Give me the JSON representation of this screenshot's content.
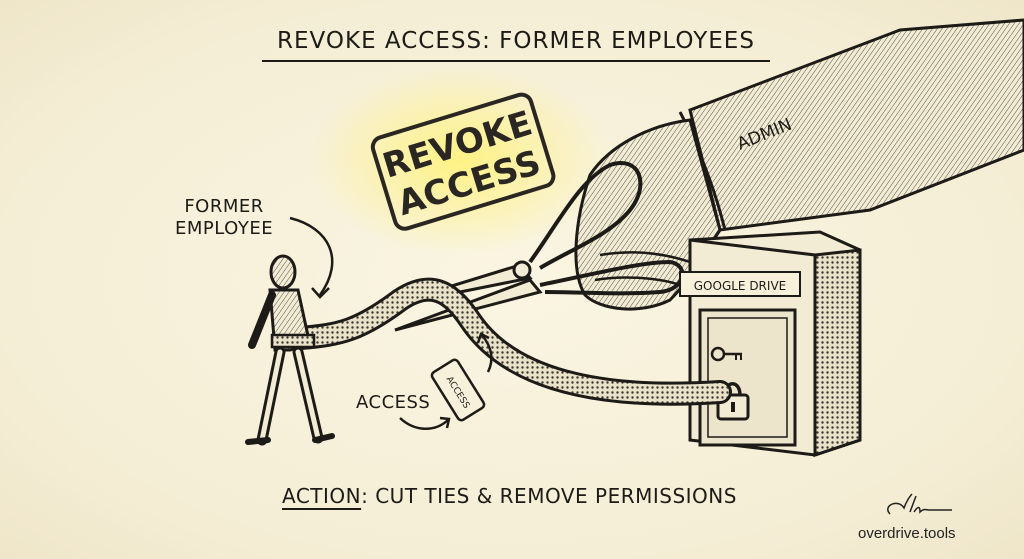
{
  "title": "REVOKE ACCESS: FORMER EMPLOYEES",
  "stamp": {
    "line1": "REVOKE",
    "line2": "ACCESS",
    "glow_color": "#fff27a"
  },
  "labels": {
    "former_employee_line1": "FORMER",
    "former_employee_line2": "EMPLOYEE",
    "admin": "ADMIN",
    "google_drive": "GOOGLE DRIVE",
    "access": "ACCESS",
    "access_card": "ACCESS"
  },
  "footer": {
    "action_prefix": "ACTION",
    "action_text": ": CUT TIES & REMOVE PERMISSIONS",
    "brand": "overdrive.tools"
  },
  "colors": {
    "paper": "#f7f1dc",
    "ink": "#1d1b17"
  }
}
